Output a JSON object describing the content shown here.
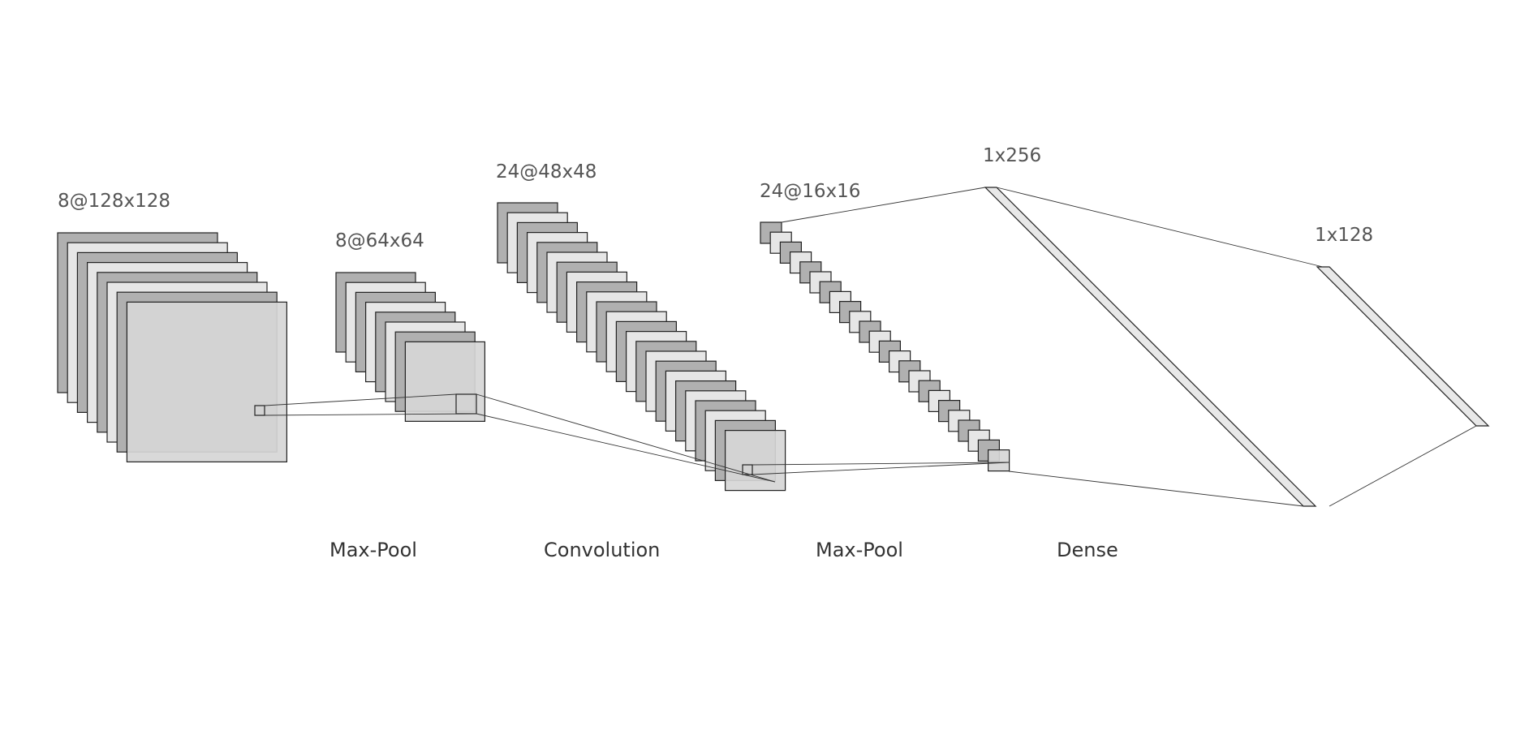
{
  "layers": [
    {
      "id": "input",
      "label": "8@128x128",
      "maps": 8
    },
    {
      "id": "pool1",
      "label": "8@64x64",
      "maps": 8
    },
    {
      "id": "conv",
      "label": "24@48x48",
      "maps": 24
    },
    {
      "id": "pool2",
      "label": "24@16x16",
      "maps": 24
    },
    {
      "id": "dense1",
      "label": "1x256"
    },
    {
      "id": "dense2",
      "label": "1x128"
    }
  ],
  "operations": [
    {
      "id": "op-maxpool-1",
      "label": "Max-Pool"
    },
    {
      "id": "op-convolution",
      "label": "Convolution"
    },
    {
      "id": "op-maxpool-2",
      "label": "Max-Pool"
    },
    {
      "id": "op-dense",
      "label": "Dense"
    }
  ],
  "colors": {
    "map_dark": "#b0b0b0",
    "map_light": "#e6e6e6",
    "map_front": "#d6d6d6",
    "dense_fill": "#e8e8e8",
    "stroke": "#222222"
  }
}
